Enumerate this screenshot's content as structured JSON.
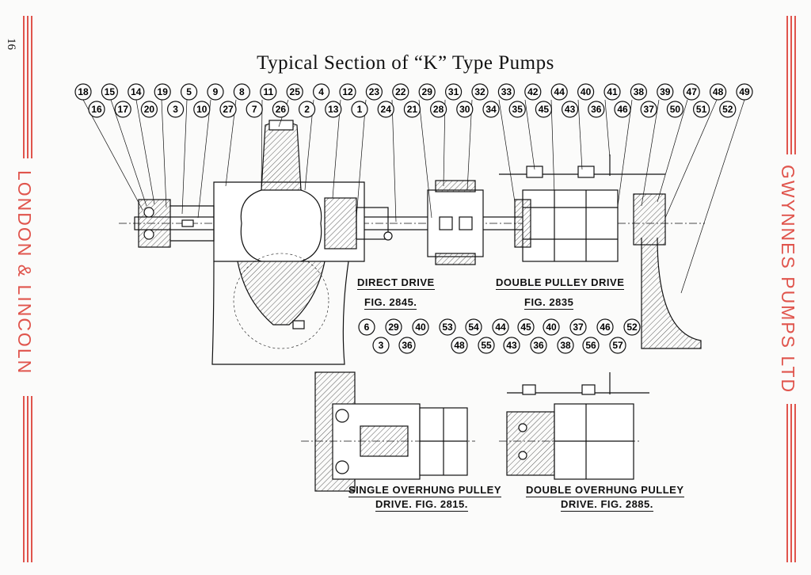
{
  "page_number": "16",
  "title": "Typical Section of “K” Type Pumps",
  "side_left": "LONDON & LINCOLN",
  "side_right": "GWYNNES PUMPS LTD",
  "accent_color": "#e0544c",
  "captions": {
    "direct_drive": "DIRECT DRIVE",
    "direct_fig": "FIG. 2845.",
    "double_pulley": "DOUBLE PULLEY DRIVE",
    "double_pulley_fig": "FIG. 2835",
    "single_overhung_1": "SINGLE OVERHUNG PULLEY",
    "single_overhung_2": "DRIVE. FIG. 2815.",
    "double_overhung_1": "DOUBLE OVERHUNG PULLEY",
    "double_overhung_2": "DRIVE. FIG. 2885."
  },
  "callouts": {
    "top_row_1": [
      "18",
      "15",
      "14",
      "19",
      "5",
      "9",
      "8",
      "11",
      "25",
      "4",
      "12",
      "23",
      "22",
      "29",
      "31",
      "32",
      "33",
      "42",
      "44",
      "40",
      "41",
      "38",
      "39",
      "47",
      "48",
      "49"
    ],
    "top_row_2": [
      "16",
      "17",
      "20",
      "3",
      "10",
      "27",
      "7",
      "26",
      "2",
      "13",
      "1",
      "24",
      "21",
      "28",
      "30",
      "34",
      "35",
      "45",
      "43",
      "36",
      "46",
      "37",
      "50",
      "51",
      "52"
    ],
    "bottom_row_1": [
      "6",
      "29",
      "40",
      "53",
      "54",
      "44",
      "45",
      "40",
      "37",
      "46",
      "52"
    ],
    "bottom_row_2": [
      "3",
      "36",
      "48",
      "55",
      "43",
      "36",
      "38",
      "56",
      "57"
    ]
  }
}
